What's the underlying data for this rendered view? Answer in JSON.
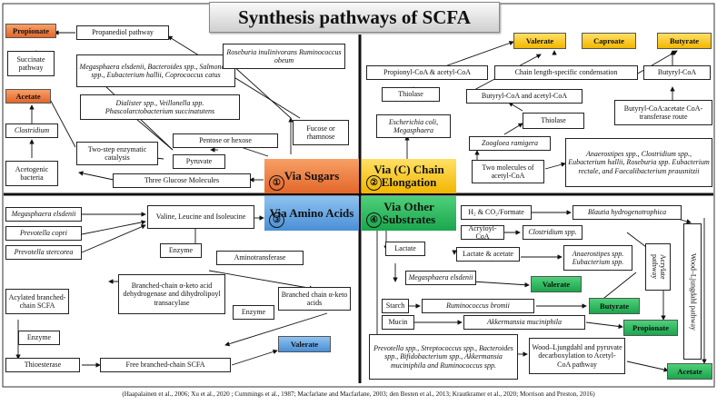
{
  "title": "Synthesis pathways of SCFA",
  "hubs": {
    "sugars": {
      "label": "Via Sugars",
      "num": "①"
    },
    "chain": {
      "label": "Via (C) Chain Elongation",
      "num": "②"
    },
    "amino": {
      "label": "Via Amino Acids",
      "num": "③"
    },
    "other": {
      "label": "Via Other Substrates",
      "num": "④"
    }
  },
  "products": {
    "propionate_top": "Propionate",
    "acetate_top": "Acetate",
    "valerate_top": "Valerate",
    "caproate": "Caproate",
    "butyrate_top": "Butyrate",
    "valerate_amino": "Valerate",
    "valerate_other": "Valerate",
    "butyrate_other": "Butyrate",
    "propionate_other": "Propionate",
    "acetate_other": "Acetate"
  },
  "sugars": {
    "propanediol": "Propanediol pathway",
    "succinate": "Succinate pathway",
    "megasphaera_list": "Megasphaera elsdenii, Bacteroides spp., Salmonella spp., Eubacterium hallii, Coprococcus catus",
    "roseburia": "Roseburia inulinivorans Ruminococcus obeum",
    "clostridium": "Clostridium",
    "dialister": "Dialister spp., Veillonella spp. Phascolarctobacterium succinatutens",
    "fucose": "Fucose or rhamnose",
    "pentose": "Pentose or hexose",
    "two_step": "Two-step enzymatic catalysis",
    "pyruvate": "Pyruvate",
    "acetogenic": "Acetogenic bacteria",
    "three_glucose": "Three Glucose Molecules"
  },
  "chain": {
    "propionyl": "Propionyl-CoA & acetyl-CoA",
    "chain_length": "Chain length-specific condensation",
    "butyryl_coa": "Butyryl-CoA",
    "thiolase1": "Thiolase",
    "butyryl_acetyl": "Butyryl-CoA and acetyl-CoA",
    "transferase": "Butyryl-CoA:acetate CoA-transferase route",
    "ecoli": "Escherichia coli, Megasphaera",
    "thiolase2": "Thiolase",
    "zoogloea": "Zoogloea ramigera",
    "anaerostipes_list": "Anaerostipes spp., Clostridium spp., Eubacterium hallii, Roseburia spp. Eubacterium rectale, and Faecalibacterium prausnitzii",
    "two_molecules": "Two molecules of acetyl-CoA"
  },
  "amino": {
    "megasphaera": "Megasphaera elsdenii",
    "prevotella_copri": "Prevotella copri",
    "prevotella_stercorea": "Prevotella stercorea",
    "valine": "Valine, Leucine and Isoleucine",
    "enzyme1": "Enzyme",
    "aminotransferase": "Aminotransferase",
    "acylated": "Acylated branched-chain SCFA",
    "bckd": "Branched-chain α-keto acid dehydrogenase and dihydrolipoyl transacylase",
    "branched_chain": "Branched chain α-keto acids",
    "enzyme2": "Enzyme",
    "enzyme3": "Enzyme",
    "thioesterase": "Thioesterase",
    "free_bcfa": "Free branched-chain SCFA"
  },
  "other": {
    "h2": "H₂ & CO₂/Formate",
    "blautia": "Blautia hydrogenotrophica",
    "acryloyl": "Acryloyl-CoA",
    "clostridium": "Clostridium spp.",
    "wood_vertical": "Wood–Ljungdahl pathway",
    "lactate": "Lactate",
    "lactate_acetate": "Lactate & acetate",
    "anaerostipes": "Anaerostipes spp. Eubacterium spp.",
    "acrylate": "Acrylate pathway",
    "megasphaera": "Megasphaera elsdenii",
    "starch": "Starch",
    "ruminococcus": "Ruminococcus bromii",
    "mucin": "Mucin",
    "akkermansia": "Akkermansia muciniphila",
    "prevotella_list": "Prevotella spp., Streptococcus spp., Bacteroides spp., Bifidobacterium spp., Akkermansia muciniphila and Ruminococcus spp.",
    "wood_pyruvate": "Wood–Ljungdahl and pyruvate decarboxylation to Acetyl-CoA pathway"
  },
  "footer": "(Haapalainen et al., 2006; Xu et al., 2020 ; Cummings et al., 1987; Macfarlane and Macfarlane, 2003; den Besten et al., 2013; Krautkramer et al., 2020; Morrison and Preston, 2016)"
}
